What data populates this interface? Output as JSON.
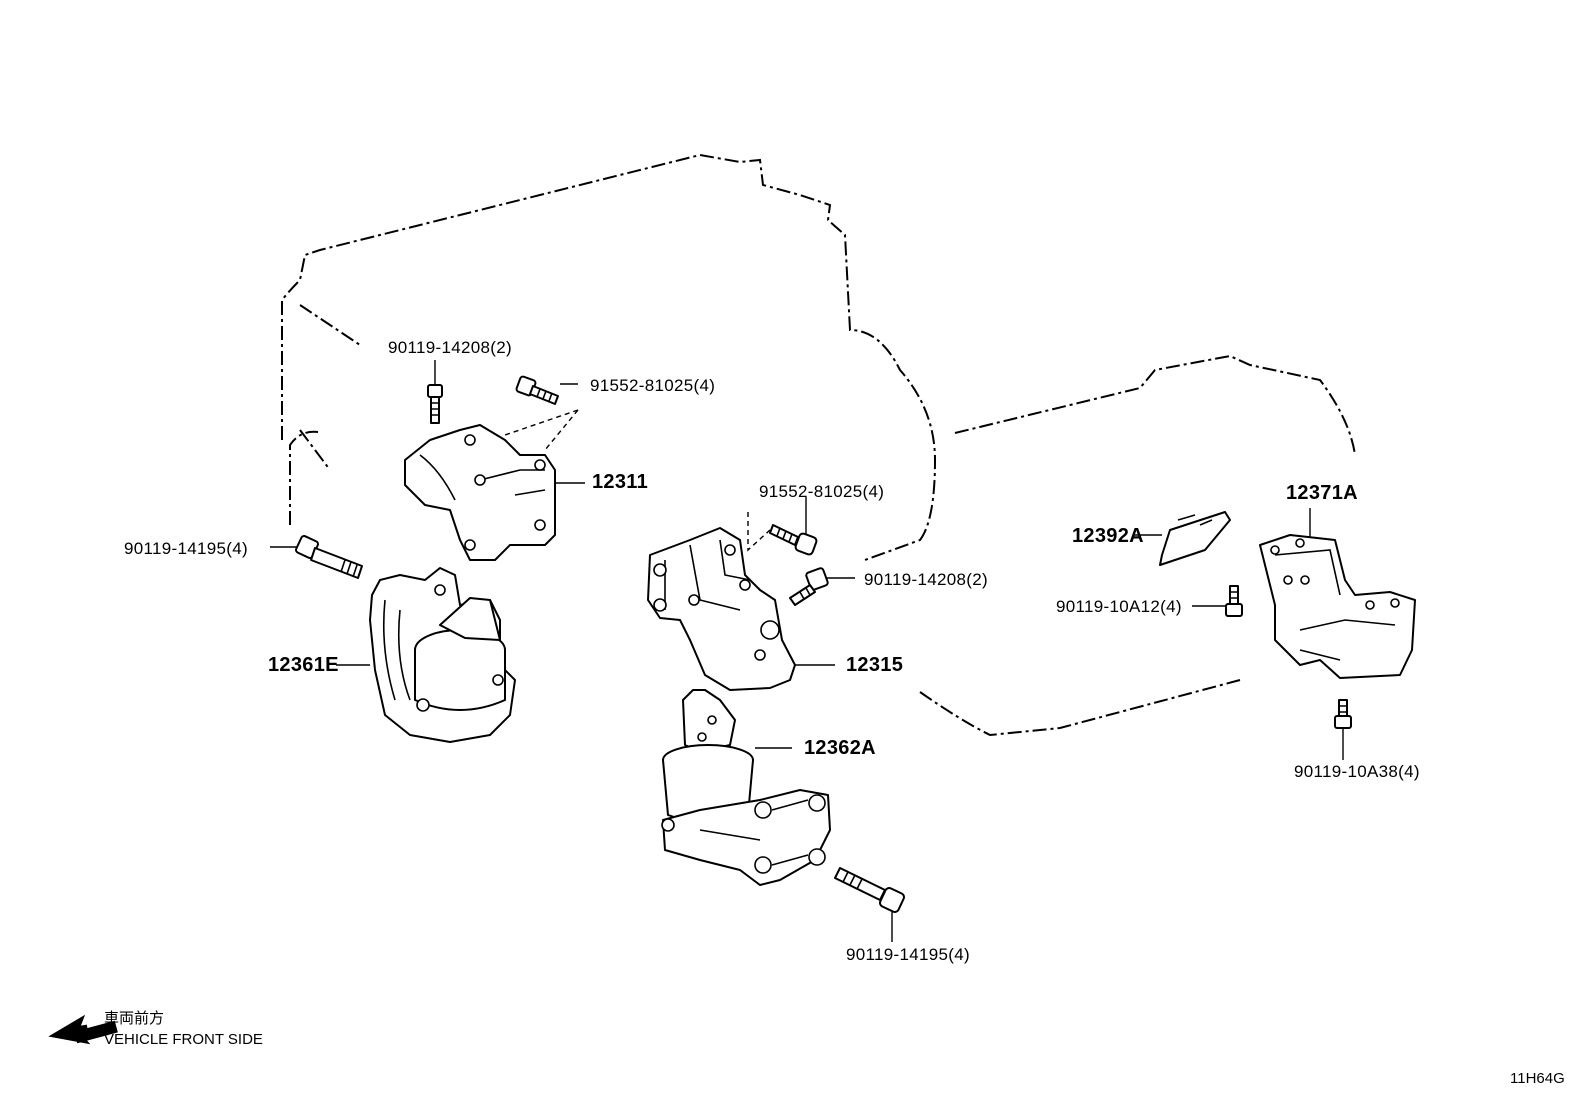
{
  "labels": {
    "bolt_top_left": "90119-14208(2)",
    "bolt_top_mid": "91552-81025(4)",
    "part_12311": "12311",
    "bolt_left": "90119-14195(4)",
    "part_12361E": "12361E",
    "bolt_mid_upper": "91552-81025(4)",
    "bolt_mid_right": "90119-14208(2)",
    "part_12315": "12315",
    "part_12362A": "12362A",
    "bolt_bottom": "90119-14195(4)",
    "part_12392A": "12392A",
    "part_12371A": "12371A",
    "bolt_right": "90119-10A12(4)",
    "bolt_right_bottom": "90119-10A38(4)"
  },
  "legend": {
    "japanese": "車両前方",
    "english": "VEHICLE FRONT SIDE"
  },
  "figure_code": "11H64G"
}
